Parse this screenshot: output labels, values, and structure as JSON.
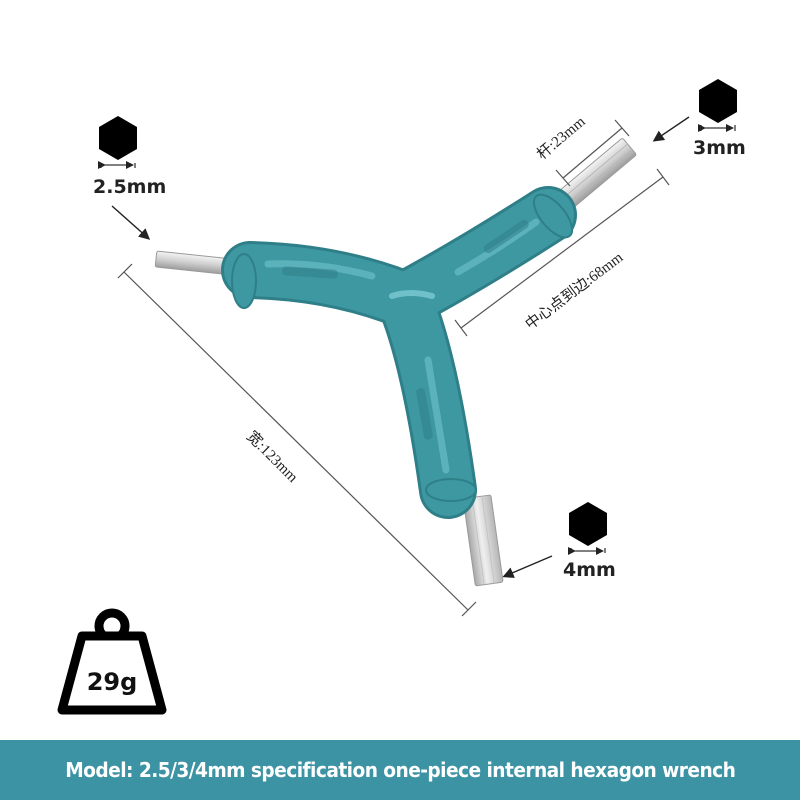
{
  "colors": {
    "handle": "#3e98a2",
    "handle_dark": "#2f7f89",
    "handle_light": "#5cb2bb",
    "footer_bg": "#3b93a3",
    "steel": "#d9d9d9",
    "hex_icon": "#000000"
  },
  "hex_sizes": [
    {
      "label": "2.5mm"
    },
    {
      "label": "3mm"
    },
    {
      "label": "4mm"
    }
  ],
  "dimensions": {
    "rod": "杆:23mm",
    "center_to_edge": "中心点到边:68mm",
    "width": "宽:123mm"
  },
  "weight": {
    "label": "29g"
  },
  "footer": {
    "text": "Model: 2.5/3/4mm specification one-piece internal hexagon wrench"
  },
  "icons": {
    "hexagon": "hexagon-icon",
    "weight": "weight-icon",
    "arrow": "arrow-icon"
  }
}
